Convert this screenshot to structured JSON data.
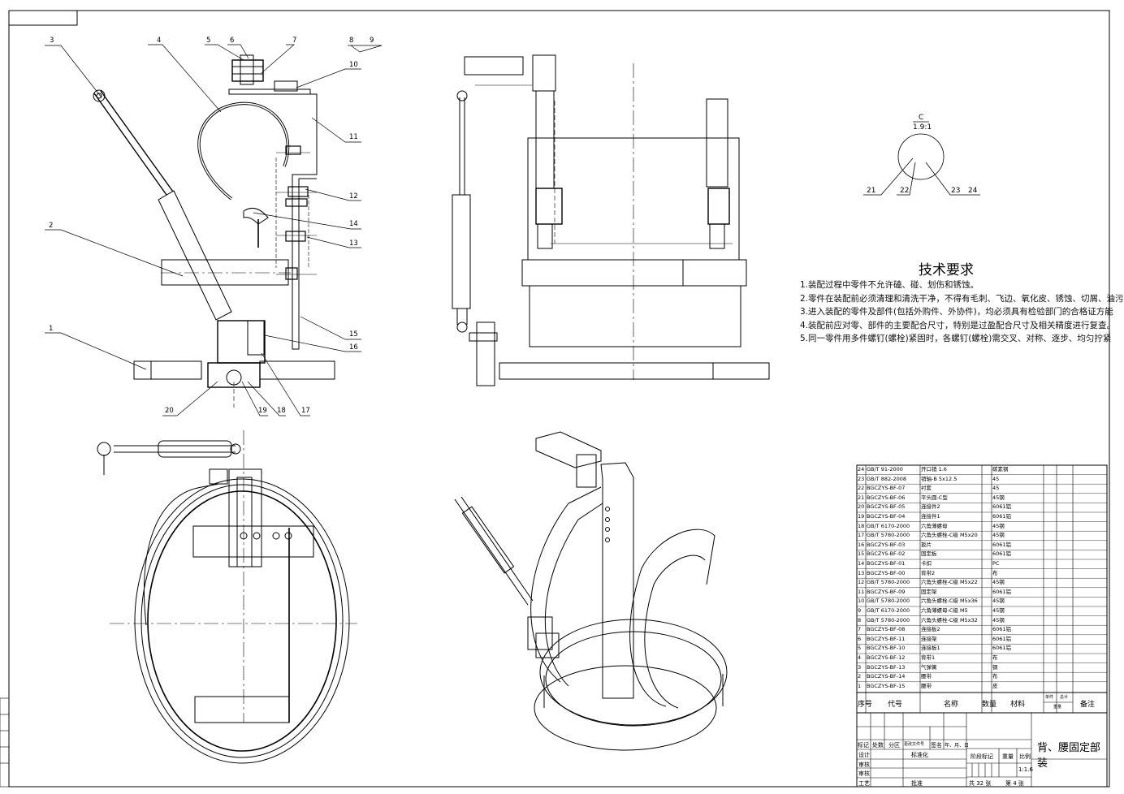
{
  "tech_req": {
    "title": "技术要求",
    "items": [
      "1.装配过程中零件不允许磕、碰、划伤和锈蚀。",
      "2.零件在装配前必须清理和清洗干净，不得有毛刺、飞边、氧化皮、锈蚀、切屑、油污",
      "3.进入装配的零件及部件(包括外购件、外协件)，均必须具有检验部门的合格证方能",
      "4.装配前应对零、部件的主要配合尺寸，特别是过盈配合尺寸及相关精度进行复查。",
      "5.同一零件用多件螺钉(螺栓)紧固时，各螺钉(螺栓)需交叉、对称、逐步、均匀拧紧"
    ]
  },
  "detail_view": {
    "label": "C",
    "scale": "1.9:1",
    "balloons": [
      "21",
      "22",
      "23",
      "24"
    ]
  },
  "balloons_left": [
    "3",
    "4",
    "5",
    "6",
    "7",
    "8",
    "9",
    "10",
    "11",
    "12",
    "14",
    "13",
    "15",
    "16",
    "17",
    "18",
    "19",
    "20",
    "1",
    "2"
  ],
  "bom": {
    "rows": [
      [
        "24",
        "GB/T 91-2000",
        "开口销 1.6",
        "",
        "碳素钢"
      ],
      [
        "23",
        "GB/T 882-2008",
        "销轴-B 5x12.5",
        "",
        "45"
      ],
      [
        "22",
        "BGCZYS-BF-07",
        "衬套",
        "",
        "45"
      ],
      [
        "21",
        "BGCZYS-BF-06",
        "平头圆-C型",
        "",
        "45钢"
      ],
      [
        "20",
        "BGCZYS-BF-05",
        "连接件2",
        "",
        "6061铝"
      ],
      [
        "19",
        "BGCZYS-BF-04",
        "连接件1",
        "",
        "6061铝"
      ],
      [
        "18",
        "GB/T 6170-2000",
        "六角薄螺母",
        "",
        "45钢"
      ],
      [
        "17",
        "GB/T 5780-2000",
        "六角头螺栓-C级 M5x20",
        "",
        "45钢"
      ],
      [
        "16",
        "BGCZYS-BF-03",
        "扳片",
        "",
        "6061铝"
      ],
      [
        "15",
        "BGCZYS-BF-02",
        "固定板",
        "",
        "6061铝"
      ],
      [
        "14",
        "BGCZYS-BF-01",
        "卡扣",
        "",
        "PC"
      ],
      [
        "13",
        "BGCZYS-BF-00",
        "背带2",
        "",
        "布"
      ],
      [
        "12",
        "GB/T 5780-2000",
        "六角头螺栓-C级 M5x22",
        "",
        "45钢"
      ],
      [
        "11",
        "BGCZYS-BF-09",
        "固定架",
        "",
        "6061铝"
      ],
      [
        "10",
        "GB/T 5780-2000",
        "六角头螺栓-C级 M5x36",
        "",
        "45钢"
      ],
      [
        "9",
        "GB/T 6170-2000",
        "六角薄螺母-C级 M5",
        "",
        "45钢"
      ],
      [
        "8",
        "GB/T 5780-2000",
        "六角头螺栓-C级 M5x32",
        "",
        "45钢"
      ],
      [
        "7",
        "BGCZYS-BF-08",
        "连接板2",
        "",
        "6061铝"
      ],
      [
        "6",
        "BGCZYS-BF-11",
        "连接架",
        "",
        "6061铝"
      ],
      [
        "5",
        "BGCZYS-BF-10",
        "连接板1",
        "",
        "6061铝"
      ],
      [
        "4",
        "BGCZYS-BF-12",
        "背带1",
        "",
        "布"
      ],
      [
        "3",
        "BGCZYS-BF-13",
        "气弹簧",
        "",
        "钢"
      ],
      [
        "2",
        "BGCZYS-BF-14",
        "腰带",
        "",
        "布"
      ],
      [
        "1",
        "BGCZYS-BF-15",
        "腰带",
        "",
        "皮"
      ]
    ],
    "header": {
      "seq": "序号",
      "code": "代号",
      "name": "名称",
      "qty": "数量",
      "material": "材料",
      "unit_weight": "单件",
      "total_weight": "总计",
      "weight": "重量",
      "remark": "备注"
    }
  },
  "title_block": {
    "drawing_name": "背、腰固定部装",
    "row_labels": [
      "标记",
      "处数",
      "分区",
      "更改文件号",
      "签名",
      "年、月、日"
    ],
    "roles": [
      "设计",
      "审核",
      "审核",
      "工艺"
    ],
    "std": "标准化",
    "approve": "批准",
    "stage_mark": "阶段标记",
    "weight": "重量",
    "scale_label": "比例",
    "scale": "1:1.6",
    "sheets_total": "共 32 张",
    "sheet_no": "第 4 张"
  }
}
